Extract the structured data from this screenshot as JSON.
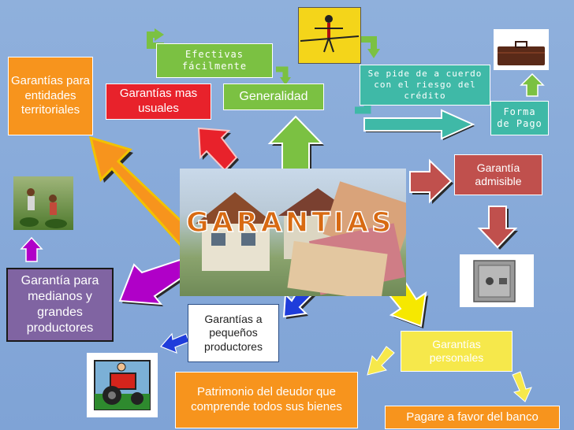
{
  "center_title": "GARANTIAS",
  "nodes": {
    "territoriales": "Garantías para entidades territoriales",
    "mas_usuales": "Garantías mas usuales",
    "efectivas": "Efectivas fácilmente",
    "generalidad": "Generalidad",
    "riesgo": "Se pide de a cuerdo con el riesgo del crédito",
    "forma_pago": "Forma de Pago",
    "admisible": "Garantía admisible",
    "medianos": "Garantía para medianos y grandes productores",
    "pequenos": "Garantías a pequeños productores",
    "patrimonio": "Patrimonio del deudor que comprende todos sus bienes",
    "personales": "Garantías personales",
    "pagare": "Pagare a favor del banco"
  },
  "colors": {
    "background": "#8fb0dc",
    "orange": "#f7941d",
    "red": "#e8222b",
    "green": "#7bc142",
    "teal": "#3fb9a7",
    "dark_red": "#c0504d",
    "purple": "#8064a2",
    "yellow": "#f6e84b",
    "blue": "#1f3ddb",
    "magenta": "#b000c8"
  }
}
